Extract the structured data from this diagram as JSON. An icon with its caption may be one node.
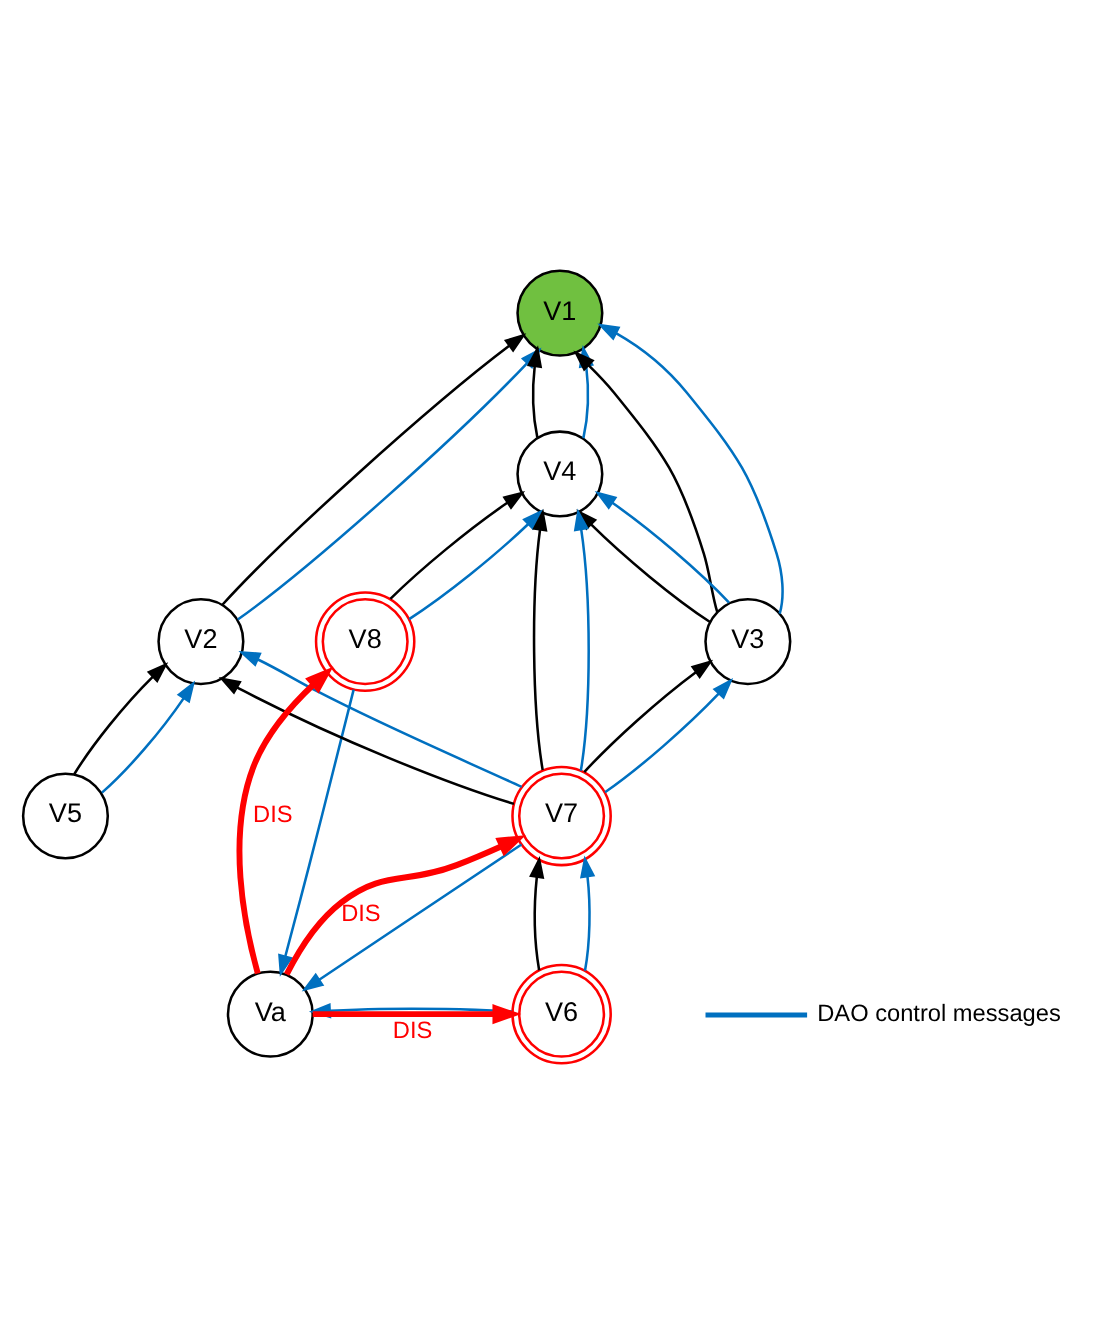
{
  "diagram": {
    "nodes": [
      {
        "text": [
          "V1"
        ]
      },
      {
        "text": [
          "V2"
        ]
      },
      {
        "text": [
          "V4"
        ]
      },
      {
        "text": [
          "V5"
        ]
      },
      {
        "text": [
          "V3"
        ]
      },
      {
        "text": [
          "V8"
        ]
      },
      {
        "text": [
          "V7"
        ]
      },
      {
        "text": [
          "V6"
        ]
      },
      {
        "text": [
          "Va"
        ]
      }
    ],
    "edges": [
      {
        "from": 1,
        "to": 0,
        "arrow": "to",
        "color": "#000000"
      },
      {
        "from": 1,
        "to": 0,
        "arrow": "to"
      },
      {
        "from": 4,
        "to": 0,
        "arrow": "to",
        "color": "#000000"
      },
      {
        "from": 4,
        "to": 0,
        "arrow": "to"
      },
      {
        "from": 2,
        "to": 0,
        "arrow": "to",
        "color": "#000000"
      },
      {
        "from": 2,
        "to": 0,
        "arrow": "to"
      },
      {
        "from": 3,
        "to": 1,
        "arrow": "to",
        "color": "#000000"
      },
      {
        "from": 3,
        "to": 1,
        "arrow": "to"
      },
      {
        "from": 6,
        "to": 1,
        "arrow": "to",
        "color": "#000000"
      },
      {
        "from": 6,
        "to": 1,
        "arrow": "to"
      },
      {
        "from": 4,
        "to": 2,
        "arrow": "to",
        "color": "#000000"
      },
      {
        "from": 4,
        "to": 2,
        "arrow": "to"
      },
      {
        "from": 5,
        "to": 2,
        "arrow": "to",
        "color": "#000000"
      },
      {
        "from": 5,
        "to": 2,
        "arrow": "to"
      },
      {
        "from": 6,
        "to": 4,
        "arrow": "to",
        "color": "#000000"
      },
      {
        "from": 6,
        "to": 4,
        "arrow": "to"
      },
      {
        "from": 6,
        "to": 2,
        "arrow": "to",
        "color": "#000000"
      },
      {
        "from": 6,
        "to": 2,
        "arrow": "to"
      },
      {
        "from": 7,
        "to": 6,
        "arrow": "to",
        "color": "#000000"
      },
      {
        "from": 7,
        "to": 6,
        "arrow": "to"
      },
      {
        "from": 6,
        "to": 8,
        "arrow": "to"
      },
      {
        "from": 7,
        "to": 8,
        "arrow": "to"
      },
      {
        "from": 5,
        "to": 8,
        "arrow": "to"
      },
      {
        "from": 8,
        "to": 6,
        "arrow": "to",
        "label": "DIS",
        "style": "thick",
        "color": "#ff0000"
      },
      {
        "from": 8,
        "to": 7,
        "arrow": "to",
        "label": "DIS",
        "style": "thick",
        "color": "#ff0000"
      },
      {
        "from": 8,
        "to": 5,
        "arrow": "to",
        "label": "DIS",
        "style": "thick",
        "color": "#ff0000"
      }
    ],
    "legend": [
      {
        "text": "DAO control messages"
      }
    ]
  }
}
